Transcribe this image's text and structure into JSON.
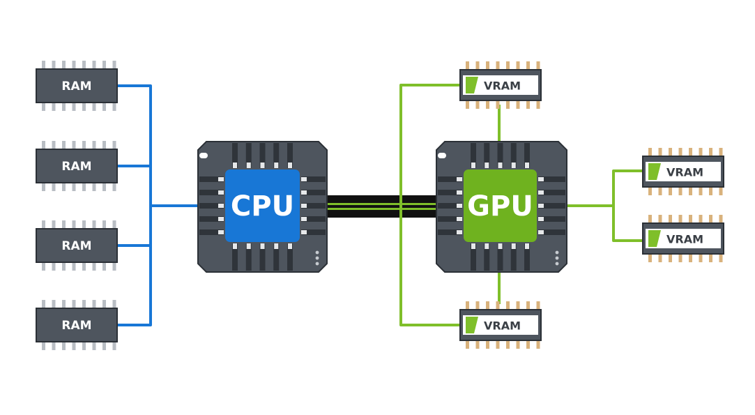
{
  "cpu": {
    "label": "CPU",
    "color": "#1877d6"
  },
  "gpu": {
    "label": "GPU",
    "color": "#6fb21f"
  },
  "ram_modules": [
    {
      "label": "RAM"
    },
    {
      "label": "RAM"
    },
    {
      "label": "RAM"
    },
    {
      "label": "RAM"
    }
  ],
  "vram_modules": [
    {
      "label": "VRAM"
    },
    {
      "label": "VRAM"
    },
    {
      "label": "VRAM"
    },
    {
      "label": "VRAM"
    }
  ],
  "colors": {
    "chip_body": "#4e555e",
    "chip_outline": "#2b3036",
    "ram_pin": "#b9bec4",
    "vram_pin": "#d9b27c",
    "cpu_link": "#1877d6",
    "gpu_link": "#7fbf2a",
    "bus": "#111111"
  }
}
